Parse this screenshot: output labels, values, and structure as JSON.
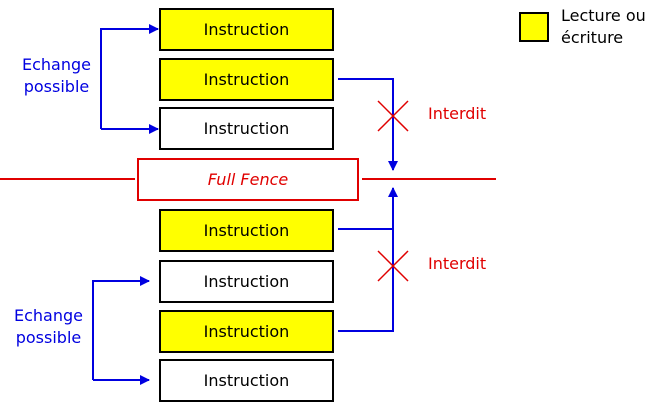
{
  "colors": {
    "read_write": "#ffff00",
    "plain": "#ffffff",
    "fence": "#e00000",
    "arrow": "#0000e0",
    "forbidden": "#e00000"
  },
  "instructions": [
    {
      "label": "Instruction",
      "kind": "read-write"
    },
    {
      "label": "Instruction",
      "kind": "read-write"
    },
    {
      "label": "Instruction",
      "kind": "plain"
    },
    {
      "label": "Instruction",
      "kind": "read-write"
    },
    {
      "label": "Instruction",
      "kind": "plain"
    },
    {
      "label": "Instruction",
      "kind": "read-write"
    },
    {
      "label": "Instruction",
      "kind": "plain"
    }
  ],
  "fence": {
    "label": "Full Fence"
  },
  "annotations": {
    "swap_top": [
      "Echange",
      "possible"
    ],
    "swap_bottom": [
      "Echange",
      "possible"
    ],
    "forbidden_top": "Interdit",
    "forbidden_bottom": "Interdit"
  },
  "legend": {
    "line1": "Lecture ou",
    "line2": "écriture"
  }
}
